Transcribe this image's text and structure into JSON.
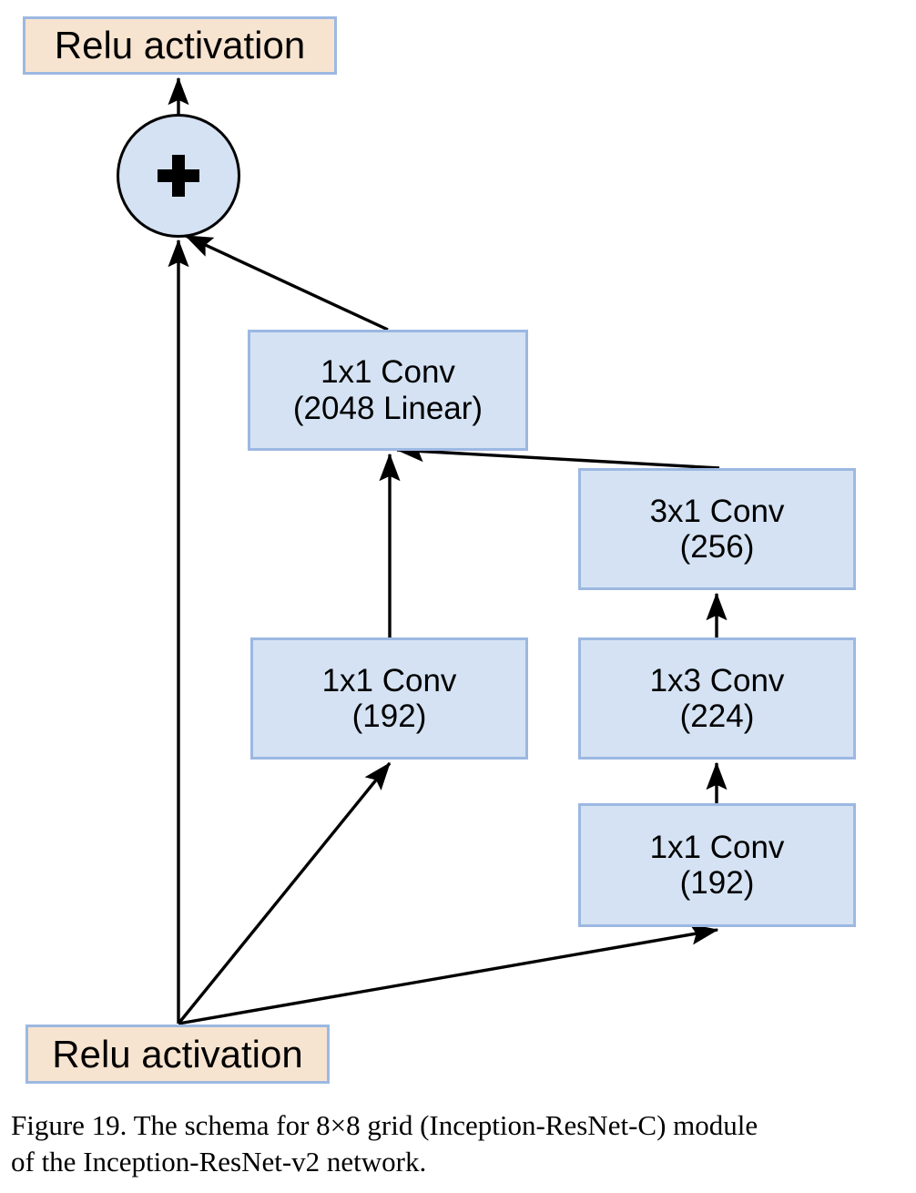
{
  "figure": {
    "caption_line1": "Figure 19. The schema for 8×8 grid (Inception-ResNet-C) module",
    "caption_line2": "of the Inception-ResNet-v2 network.",
    "caption_full": "Figure 19. The schema for 8×8 grid (Inception-ResNet-C) module of the Inception-ResNet-v2 network."
  },
  "colors": {
    "conv_fill": "#d4e2f3",
    "conv_border": "#9cb8e2",
    "relu_fill": "#f7e4d0",
    "relu_border": "#9cb8e2",
    "add_fill": "#d4e2f3",
    "add_border": "#000000",
    "edge": "#000000",
    "background": "#ffffff"
  },
  "nodes": {
    "relu_top": {
      "label": "Relu activation"
    },
    "add": {
      "label": "+",
      "icon": "plus-icon"
    },
    "conv_2048": {
      "line1": "1x1 Conv",
      "line2": "(2048 Linear)"
    },
    "conv_3x1_256": {
      "line1": "3x1 Conv",
      "line2": "(256)"
    },
    "conv_1x1_192_left": {
      "line1": "1x1 Conv",
      "line2": "(192)"
    },
    "conv_1x3_224": {
      "line1": "1x3 Conv",
      "line2": "(224)"
    },
    "conv_1x1_192_right": {
      "line1": "1x1 Conv",
      "line2": "(192)"
    },
    "relu_bottom": {
      "label": "Relu activation"
    }
  },
  "edges": [
    {
      "name": "add-to-relu-top",
      "from": "add",
      "to": "relu_top"
    },
    {
      "name": "conv2048-to-add",
      "from": "conv_2048",
      "to": "add"
    },
    {
      "name": "relu-bottom-to-add-shortcut",
      "from": "relu_bottom",
      "to": "add"
    },
    {
      "name": "conv1x1-192-left-to-conv2048",
      "from": "conv_1x1_192_left",
      "to": "conv_2048"
    },
    {
      "name": "conv3x1-256-to-conv2048",
      "from": "conv_3x1_256",
      "to": "conv_2048"
    },
    {
      "name": "conv1x3-224-to-conv3x1-256",
      "from": "conv_1x3_224",
      "to": "conv_3x1_256"
    },
    {
      "name": "conv1x1-192-right-to-conv1x3-224",
      "from": "conv_1x1_192_right",
      "to": "conv_1x3_224"
    },
    {
      "name": "relu-bottom-to-conv1x1-192-left",
      "from": "relu_bottom",
      "to": "conv_1x1_192_left"
    },
    {
      "name": "relu-bottom-to-conv1x1-192-right",
      "from": "relu_bottom",
      "to": "conv_1x1_192_right"
    }
  ]
}
